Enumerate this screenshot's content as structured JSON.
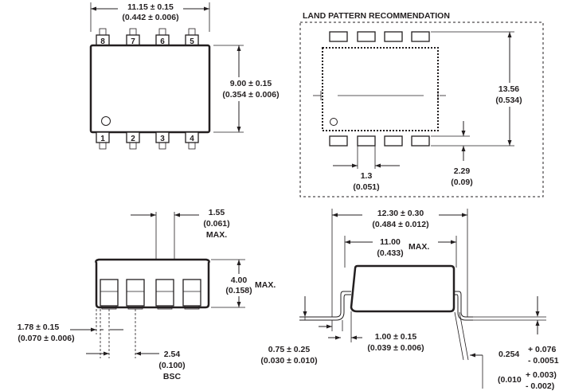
{
  "top_view": {
    "width_mm": "11.15 ± 0.15",
    "width_in": "(0.442 ± 0.006)",
    "height_mm": "9.00 ± 0.15",
    "height_in": "(0.354 ± 0.006)",
    "top_pins": [
      "8",
      "7",
      "6",
      "5"
    ],
    "bottom_pins": [
      "1",
      "2",
      "3",
      "4"
    ]
  },
  "land_pattern": {
    "title": "LAND PATTERN RECOMMENDATION",
    "span_mm": "13.56",
    "span_in": "(0.534)",
    "pitch_mm": "1.3",
    "pitch_in": "(0.051)",
    "pad_mm": "2.29",
    "pad_in": "(0.09)"
  },
  "side_view": {
    "lead_width_mm": "1.55",
    "lead_width_in": "(0.061)",
    "lead_width_max": "MAX.",
    "height_mm": "4.00",
    "height_in": "(0.158)",
    "height_max": "MAX.",
    "end_mm": "1.78 ± 0.15",
    "end_in": "(0.070 ± 0.006)",
    "pitch_mm": "2.54",
    "pitch_in": "(0.100)",
    "pitch_note": "BSC"
  },
  "end_view": {
    "overall_mm": "12.30 ± 0.30",
    "overall_in": "(0.484 ± 0.012)",
    "body_mm": "11.00",
    "body_in": "(0.433)",
    "body_max": "MAX.",
    "foot_mm": "0.75 ± 0.25",
    "foot_in": "(0.030 ± 0.010)",
    "standoff_mm": "1.00 ± 0.15",
    "standoff_in": "(0.039 ± 0.006)",
    "lead_thk_nom": "0.254",
    "lead_thk_plus": "+ 0.076",
    "lead_thk_minus": "- 0.0051",
    "lead_thk_in_nom": "(0.010",
    "lead_thk_in_plus": "+ 0.003)",
    "lead_thk_in_minus": "- 0.002)"
  }
}
